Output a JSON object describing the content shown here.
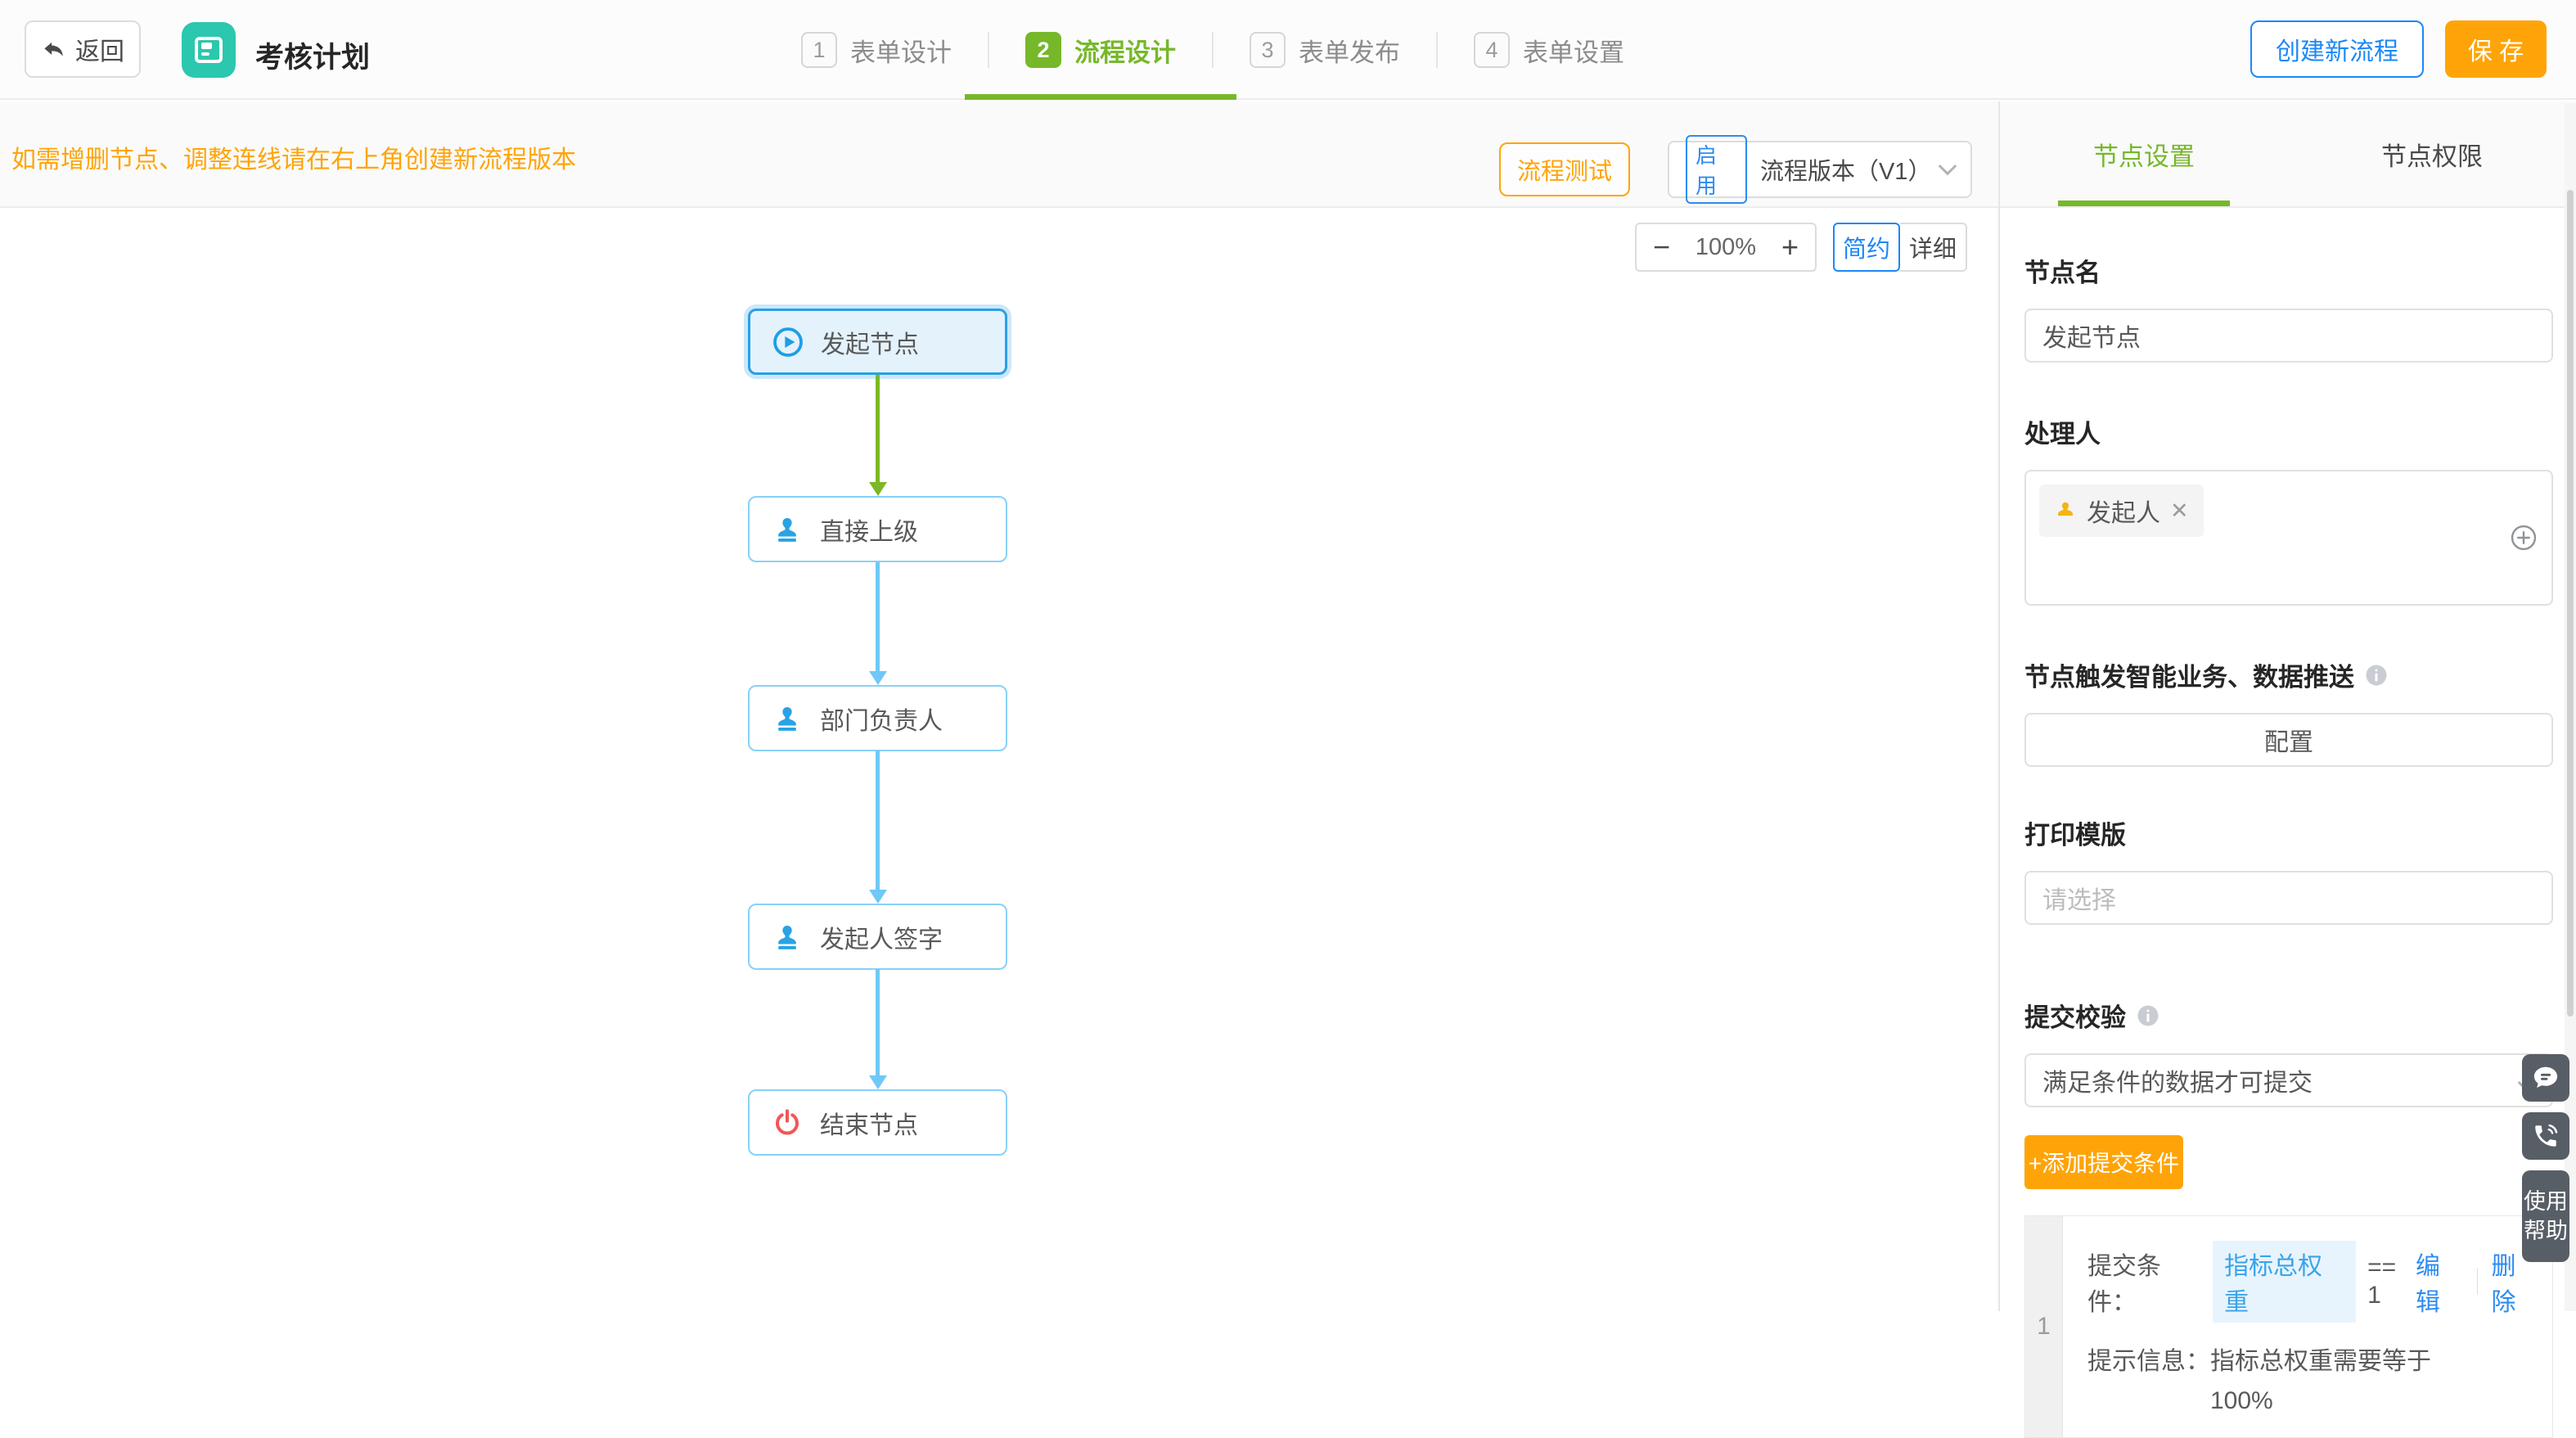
{
  "header": {
    "back_label": "返回",
    "title": "考核计划",
    "steps": [
      {
        "num": "1",
        "label": "表单设计"
      },
      {
        "num": "2",
        "label": "流程设计"
      },
      {
        "num": "3",
        "label": "表单发布"
      },
      {
        "num": "4",
        "label": "表单设置"
      }
    ],
    "create_flow_label": "创建新流程",
    "save_label": "保 存"
  },
  "toolbar": {
    "hint": "如需增删节点、调整连线请在右上角创建新流程版本",
    "test_label": "流程测试",
    "version_badge": "启用",
    "version_label": "流程版本（V1）"
  },
  "canvas": {
    "zoom_out": "−",
    "zoom_level": "100%",
    "zoom_in": "+",
    "mode_simple": "简约",
    "mode_detail": "详细",
    "nodes": [
      {
        "label": "发起节点",
        "icon": "play-circle",
        "type": "start"
      },
      {
        "label": "直接上级",
        "icon": "approver-stamp",
        "type": "approval"
      },
      {
        "label": "部门负责人",
        "icon": "approver-stamp",
        "type": "approval"
      },
      {
        "label": "发起人签字",
        "icon": "approver-stamp",
        "type": "approval"
      },
      {
        "label": "结束节点",
        "icon": "power",
        "type": "end"
      }
    ]
  },
  "panel": {
    "tabs": [
      {
        "label": "节点设置",
        "active": true
      },
      {
        "label": "节点权限",
        "active": false
      }
    ],
    "node_name_label": "节点名",
    "node_name_value": "发起节点",
    "handler_label": "处理人",
    "handler_tag": "发起人",
    "handler_tag_close": "✕",
    "trigger_label": "节点触发智能业务、数据推送",
    "config_label": "配置",
    "print_label": "打印模版",
    "print_placeholder": "请选择",
    "validation_label": "提交校验",
    "validation_value": "满足条件的数据才可提交",
    "add_condition_label": "+添加提交条件",
    "condition": {
      "index": "1",
      "cond_label": "提交条件：",
      "cond_field": "指标总权重",
      "cond_expr": "== 1",
      "edit_label": "编辑",
      "delete_label": "删除",
      "tip_label": "提示信息：",
      "tip_value": "指标总权重需要等于100%"
    }
  },
  "floating": {
    "help_label": "使用帮助"
  },
  "colors": {
    "accent_green": "#76b82a",
    "accent_orange": "#ffa408",
    "accent_blue": "#1c88f7",
    "link_blue": "#2d8cf0",
    "node_border_active": "#2aa0e3",
    "node_border": "#88d1f7",
    "arrow_green": "#7cb826",
    "arrow_blue": "#6fc8f7",
    "end_red": "#f25555",
    "tag_person_yellow": "#f5b50c"
  }
}
